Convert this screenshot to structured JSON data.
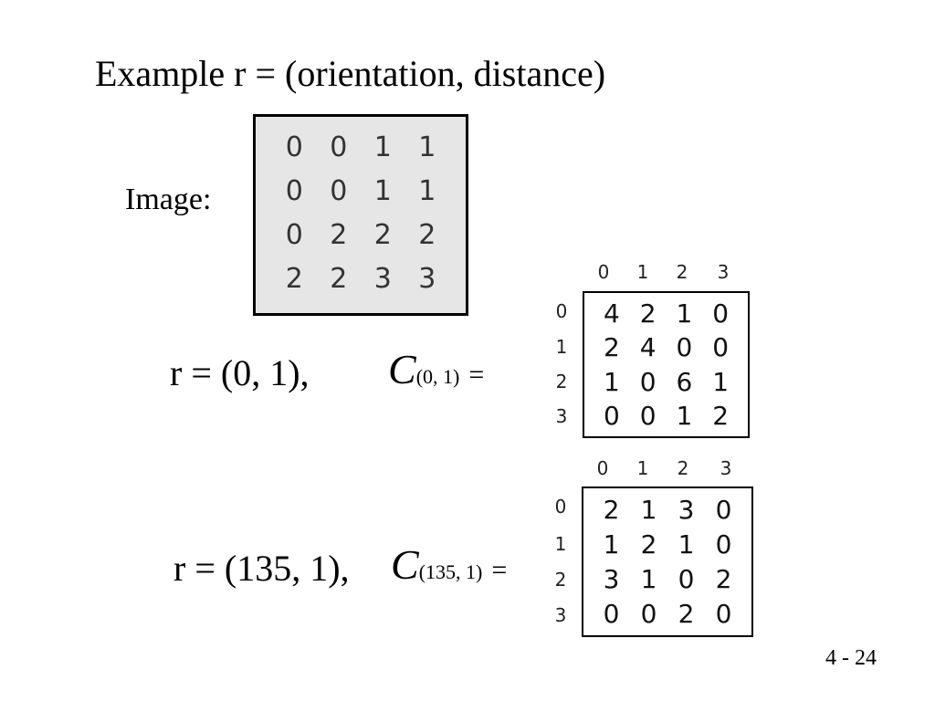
{
  "title": "Example r = (orientation, distance)",
  "image_label": "Image:",
  "image_matrix": [
    [
      "0",
      "0",
      "1",
      "1"
    ],
    [
      "0",
      "0",
      "1",
      "1"
    ],
    [
      "0",
      "2",
      "2",
      "2"
    ],
    [
      "2",
      "2",
      "3",
      "3"
    ]
  ],
  "example1": {
    "r_text": "r = (0, 1),",
    "c_symbol": "C",
    "c_subscript": "(0, 1)",
    "equals": "=",
    "col_headers": [
      "0",
      "1",
      "2",
      "3"
    ],
    "row_headers": [
      "0",
      "1",
      "2",
      "3"
    ],
    "matrix": [
      [
        "4",
        "2",
        "1",
        "0"
      ],
      [
        "2",
        "4",
        "0",
        "0"
      ],
      [
        "1",
        "0",
        "6",
        "1"
      ],
      [
        "0",
        "0",
        "1",
        "2"
      ]
    ]
  },
  "example2": {
    "r_text": "r = (135, 1),",
    "c_symbol": "C",
    "c_subscript": "(135, 1)",
    "equals": "=",
    "col_headers": [
      "0",
      "1",
      "2",
      "3"
    ],
    "row_headers": [
      "0",
      "1",
      "2",
      "3"
    ],
    "matrix": [
      [
        "2",
        "1",
        "3",
        "0"
      ],
      [
        "1",
        "2",
        "1",
        "0"
      ],
      [
        "3",
        "1",
        "0",
        "2"
      ],
      [
        "0",
        "0",
        "2",
        "0"
      ]
    ]
  },
  "page_number": "4 - 24"
}
